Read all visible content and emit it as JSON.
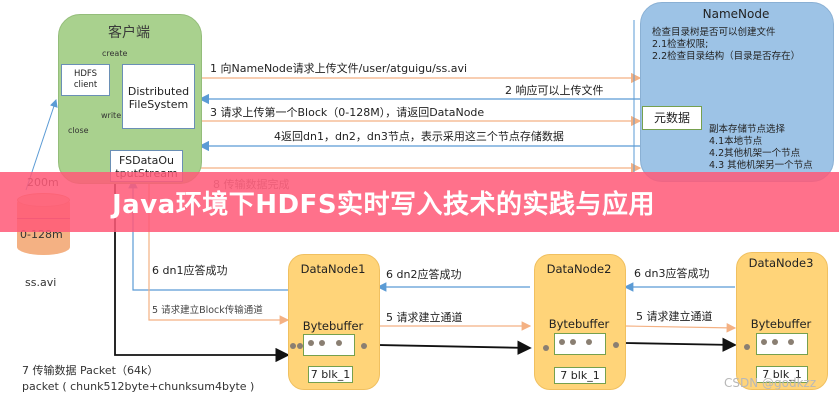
{
  "banner": {
    "title": "Java环境下HDFS实时写入技术的实践与应用"
  },
  "client": {
    "title": "客户端",
    "hdfs_client": [
      "HDFS",
      "client"
    ],
    "dfs": [
      "Distributed",
      "FileSystem"
    ],
    "fsdos": [
      "FSDataOu",
      "tputStream"
    ],
    "edge_create": "create",
    "edge_write": "write",
    "edge_close": "close"
  },
  "file": {
    "size_label": "200m",
    "block_label": "0-128m",
    "name": "ss.avi"
  },
  "namenode": {
    "title": "NameNode",
    "check_lines": [
      "检查目录树是否可以创建文件",
      "2.1检查权限;",
      "2.2检查目录结构（目录是否存在）"
    ],
    "metadata_label": "元数据",
    "replica_lines": [
      "副本存储节点选择",
      "4.1本地节点",
      "4.2其他机架一个节点",
      "4.3 其他机架另一个节点"
    ]
  },
  "messages": {
    "m1": "1 向NameNode请求上传文件/user/atguigu/ss.avi",
    "m2": "2 响应可以上传文件",
    "m3": "3 请求上传第一个Block（0-128M），请返回DataNode",
    "m4": "4返回dn1，dn2，dn3节点，表示采用这三个节点存储数据",
    "m8": "8 传输数据完成",
    "m6_dn1": "6 dn1应答成功",
    "m5_dn1": "5 请求建立Block传输通道",
    "m6_dn2": "6 dn2应答成功",
    "m5_dn2": "5 请求建立通道",
    "m6_dn3": "6 dn3应答成功",
    "m5_dn3": "5 请求建立通道",
    "m7_line1": "7 传输数据 Packet（64k）",
    "m7_line2": "packet ( chunk512byte+chunksum4byte )"
  },
  "datanodes": [
    {
      "title": "DataNode1",
      "buffer_label": "Bytebuffer",
      "block": "7 blk_1"
    },
    {
      "title": "DataNode2",
      "buffer_label": "Bytebuffer",
      "block": "7 blk_1"
    },
    {
      "title": "DataNode3",
      "buffer_label": "Bytebuffer",
      "block": "7 blk_1"
    }
  ],
  "watermark": "CSDN @godkzz",
  "colors": {
    "client_green": "#a9d18e",
    "namenode_blue": "#9dc3e6",
    "datanode_orange": "#ffd479",
    "request_arrow": "#f4b183",
    "response_arrow": "#5b9bd5",
    "banner_pink": "#ff5a78"
  }
}
